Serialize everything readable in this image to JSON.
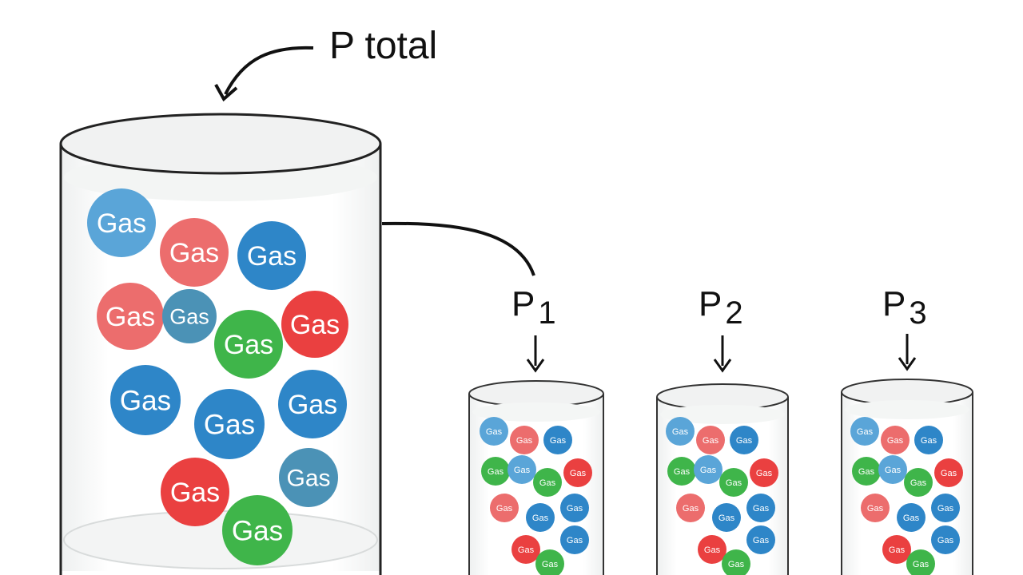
{
  "labels": {
    "total": "P total",
    "p1_base": "P",
    "p1_sub": "1",
    "p2_base": "P",
    "p2_sub": "2",
    "p3_base": "P",
    "p3_sub": "3"
  },
  "colors": {
    "blue": "#2e86c8",
    "light_blue": "#5aa5d8",
    "red": "#ea4040",
    "pink": "#ec6d6d",
    "green": "#3fb54a",
    "teal": "#4b92b6"
  },
  "large_container": {
    "ball_label": "Gas",
    "balls": [
      {
        "color": "light_blue"
      },
      {
        "color": "pink"
      },
      {
        "color": "blue"
      },
      {
        "color": "pink"
      },
      {
        "color": "teal"
      },
      {
        "color": "green"
      },
      {
        "color": "red"
      },
      {
        "color": "blue"
      },
      {
        "color": "blue"
      },
      {
        "color": "blue"
      },
      {
        "color": "red"
      },
      {
        "color": "teal"
      },
      {
        "color": "green"
      }
    ]
  },
  "small_containers": [
    {
      "ball_label": "Gas"
    },
    {
      "ball_label": "Gas"
    },
    {
      "ball_label": "Gas"
    }
  ]
}
